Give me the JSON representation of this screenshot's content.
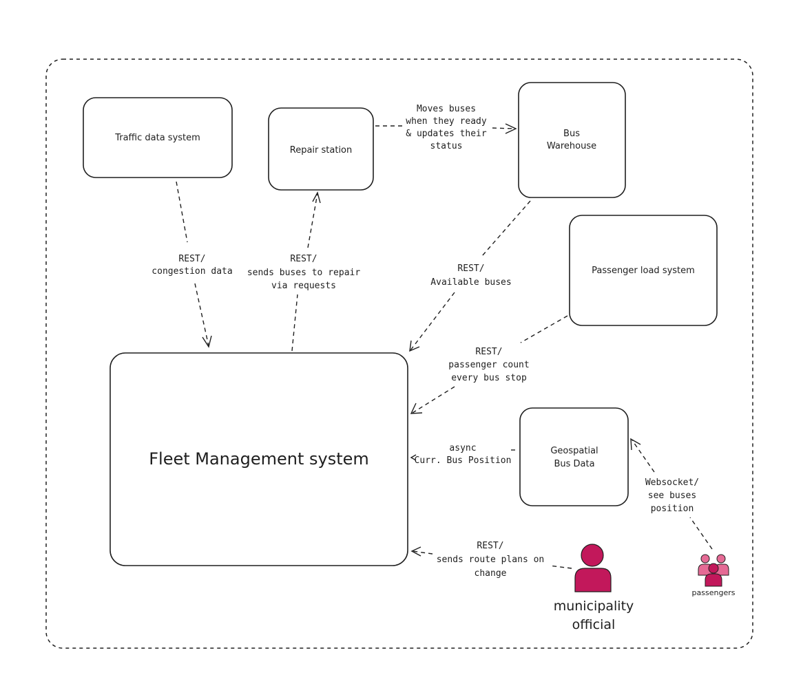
{
  "colors": {
    "actor": "#c2185b",
    "actor_light": "#e56a95",
    "stroke": "#1e1e1e"
  },
  "nodes": {
    "traffic": "Traffic data system",
    "repair": "Repair station",
    "warehouse": [
      "Bus",
      "Warehouse"
    ],
    "passenger_load": "Passenger load system",
    "geospatial": [
      "Geospatial",
      "Bus Data"
    ],
    "fleet": "Fleet Management system"
  },
  "actors": {
    "official": [
      "municipality",
      "official"
    ],
    "passengers": "passengers",
    "official_icon": "person-icon",
    "passengers_icon": "group-icon"
  },
  "edges": {
    "repair_to_warehouse": [
      "Moves buses",
      "when they ready",
      "& updates their",
      "status"
    ],
    "traffic_to_fleet": [
      "REST/",
      "congestion data"
    ],
    "fleet_to_repair": [
      "REST/",
      "sends buses to repair",
      "via requests"
    ],
    "warehouse_to_fleet": [
      "REST/",
      "Available buses"
    ],
    "load_to_fleet": [
      "REST/",
      "passenger count",
      "every bus stop"
    ],
    "geo_to_fleet": [
      "async",
      "Curr. Bus Position"
    ],
    "passengers_to_geo": [
      "Websocket/",
      "see buses",
      "position"
    ],
    "official_to_fleet": [
      "REST/",
      "sends route plans on",
      "change"
    ]
  }
}
